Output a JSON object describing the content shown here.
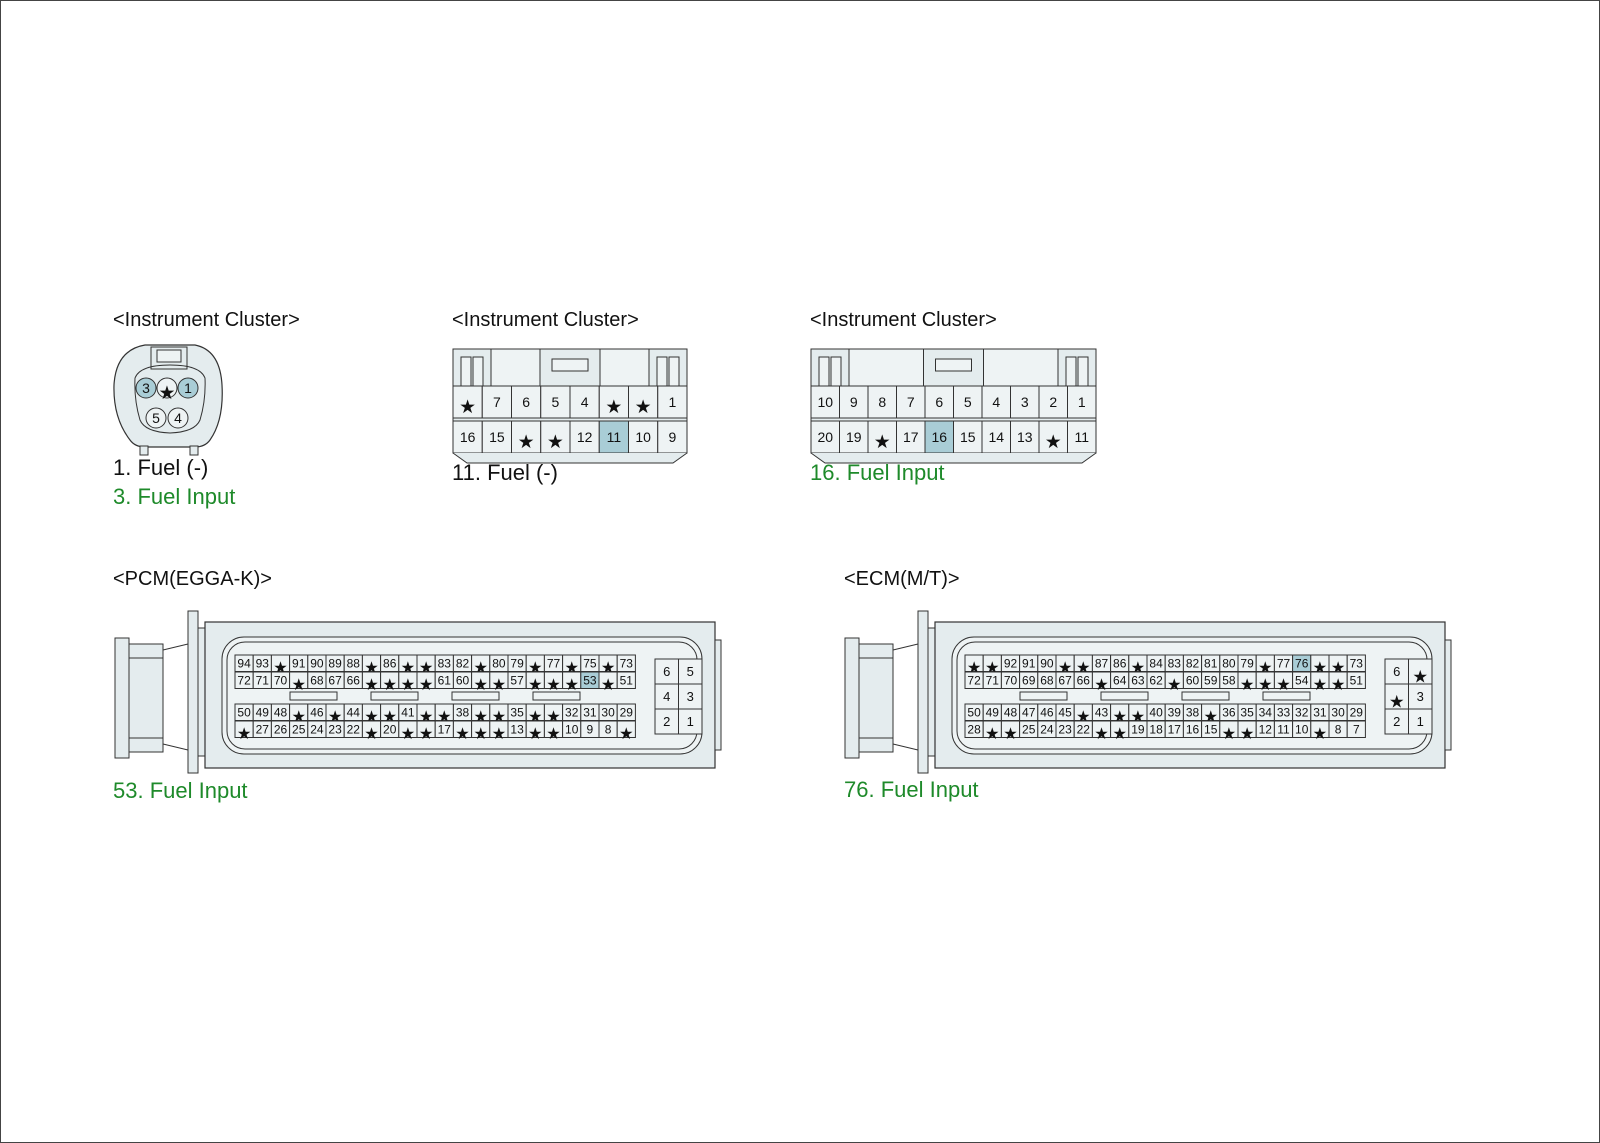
{
  "colors": {
    "body_fill": "#e4ecee",
    "cell_fill": "#eef3f4",
    "highlight": "#a9cdd6",
    "stroke": "#333333",
    "green_text": "#1e8a2a"
  },
  "connectors": {
    "round": {
      "title": "<Instrument Cluster>",
      "pins_top": [
        "3",
        "*",
        "1"
      ],
      "pins_bottom": [
        "5",
        "4"
      ],
      "highlighted": [
        "3",
        "1"
      ],
      "captions": [
        "1. Fuel (-)",
        "3. Fuel Input"
      ]
    },
    "cluster16": {
      "title": "<Instrument Cluster>",
      "rows": [
        [
          "*",
          "7",
          "6",
          "5",
          "4",
          "*",
          "*",
          "1"
        ],
        [
          "16",
          "15",
          "*",
          "*",
          "12",
          "11",
          "10",
          "9"
        ]
      ],
      "highlighted": [
        "11"
      ],
      "caption": "11. Fuel (-)"
    },
    "cluster20": {
      "title": "<Instrument Cluster>",
      "rows": [
        [
          "10",
          "9",
          "8",
          "7",
          "6",
          "5",
          "4",
          "3",
          "2",
          "1"
        ],
        [
          "20",
          "19",
          "*",
          "17",
          "16",
          "15",
          "14",
          "13",
          "*",
          "11"
        ]
      ],
      "highlighted": [
        "16"
      ],
      "caption": "16. Fuel Input"
    },
    "pcm": {
      "title": "<PCM(EGGA-K)>",
      "rows": [
        [
          "94",
          "93",
          "*",
          "91",
          "90",
          "89",
          "88",
          "*",
          "86",
          "*",
          "*",
          "83",
          "82",
          "*",
          "80",
          "79",
          "*",
          "77",
          "*",
          "75",
          "*",
          "73"
        ],
        [
          "72",
          "71",
          "70",
          "*",
          "68",
          "67",
          "66",
          "*",
          "*",
          "*",
          "*",
          "61",
          "60",
          "*",
          "*",
          "57",
          "*",
          "*",
          "*",
          "53",
          "*",
          "51"
        ],
        [
          "50",
          "49",
          "48",
          "*",
          "46",
          "*",
          "44",
          "*",
          "*",
          "41",
          "*",
          "*",
          "38",
          "*",
          "*",
          "35",
          "*",
          "*",
          "32",
          "31",
          "30",
          "29"
        ],
        [
          "*",
          "27",
          "26",
          "25",
          "24",
          "23",
          "22",
          "*",
          "20",
          "*",
          "*",
          "17",
          "*",
          "*",
          "*",
          "13",
          "*",
          "*",
          "10",
          "9",
          "8",
          "*"
        ]
      ],
      "small_block": [
        [
          "6",
          "5"
        ],
        [
          "4",
          "3"
        ],
        [
          "2",
          "1"
        ]
      ],
      "highlighted": [
        "53"
      ],
      "caption": "53. Fuel Input"
    },
    "ecm": {
      "title": "<ECM(M/T)>",
      "rows": [
        [
          "*",
          "*",
          "92",
          "91",
          "90",
          "*",
          "*",
          "87",
          "86",
          "*",
          "84",
          "83",
          "82",
          "81",
          "80",
          "79",
          "*",
          "77",
          "76",
          "*",
          "*",
          "73"
        ],
        [
          "72",
          "71",
          "70",
          "69",
          "68",
          "67",
          "66",
          "*",
          "64",
          "63",
          "62",
          "*",
          "60",
          "59",
          "58",
          "*",
          "*",
          "*",
          "54",
          "*",
          "*",
          "51"
        ],
        [
          "50",
          "49",
          "48",
          "47",
          "46",
          "45",
          "*",
          "43",
          "*",
          "*",
          "40",
          "39",
          "38",
          "*",
          "36",
          "35",
          "34",
          "33",
          "32",
          "31",
          "30",
          "29"
        ],
        [
          "28",
          "*",
          "*",
          "25",
          "24",
          "23",
          "22",
          "*",
          "*",
          "19",
          "18",
          "17",
          "16",
          "15",
          "*",
          "*",
          "12",
          "11",
          "10",
          "*",
          "8",
          "7"
        ]
      ],
      "small_block": [
        [
          "6",
          "*"
        ],
        [
          "*",
          "3"
        ],
        [
          "2",
          "1"
        ]
      ],
      "highlighted": [
        "76"
      ],
      "caption": "76. Fuel Input"
    }
  }
}
